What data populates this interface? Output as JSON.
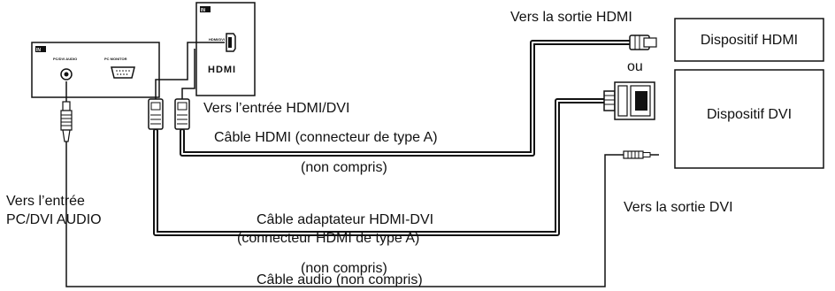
{
  "panel": {
    "in_label": "IN",
    "audio_jack_label": "PC/DVI AUDIO",
    "pc_monitor_label": "PC MONITOR",
    "hdmi_in_label": "IN",
    "hdmi_port_label": "HDMI/DVI",
    "hdmi_logo": "HDMI"
  },
  "labels": {
    "to_hdmi_out": "Vers la sortie HDMI",
    "hdmi_device": "Dispositif HDMI",
    "ou": "ou",
    "dvi_device": "Dispositif DVI",
    "to_dvi_out": "Vers la sortie DVI",
    "to_hdmi_dvi_in": "Vers l’entrée HDMI/DVI",
    "hdmi_cable": "Câble HDMI (connecteur de type A)",
    "not_included_1": "(non compris)",
    "adapter_cable_1": "Câble adaptateur HDMI-DVI",
    "adapter_cable_2": "(connecteur HDMI de type A)",
    "not_included_2": "(non compris)",
    "to_audio_in_1": "Vers l’entrée",
    "to_audio_in_2": "PC/DVI AUDIO",
    "audio_cable": "Câble audio (non compris)"
  }
}
